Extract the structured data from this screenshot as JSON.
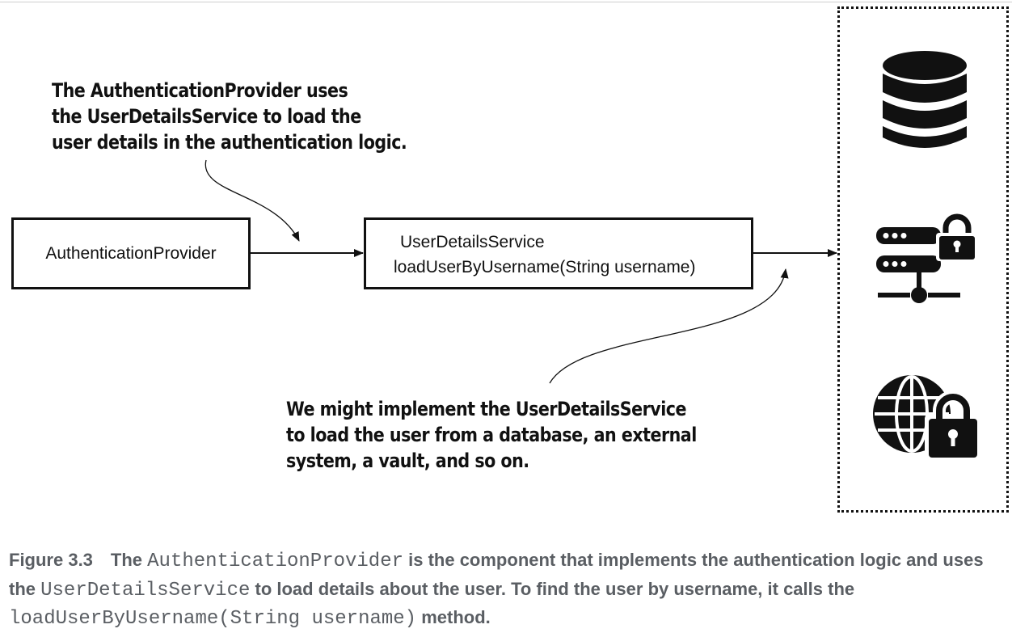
{
  "annotations": {
    "top": {
      "lines": [
        "The AuthenticationProvider uses",
        "the UserDetailsService to load the",
        "user details in the authentication logic."
      ]
    },
    "bottom": {
      "lines": [
        "We might implement the UserDetailsService",
        "to load the user from a database, an external",
        "system, a vault, and so on."
      ]
    }
  },
  "boxes": {
    "provider": {
      "label": "AuthenticationProvider"
    },
    "user_details_service": {
      "title": "UserDetailsService",
      "method": "loadUserByUsername(String username)"
    }
  },
  "sources": {
    "icons": [
      "database-icon",
      "secure-server-icon",
      "secure-web-icon"
    ]
  },
  "caption": {
    "figure_label": "Figure 3.3",
    "part1": "The ",
    "code1": "AuthenticationProvider",
    "part2": " is the component that implements the authentication logic and uses the ",
    "code2": "UserDetailsService",
    "part3": " to load details about the user. To find the user by username, it calls the ",
    "code3": "loadUserByUsername(String username)",
    "part4": " method."
  },
  "colors": {
    "ink": "#111111",
    "caption_text": "#5a5e63",
    "background": "#ffffff"
  }
}
